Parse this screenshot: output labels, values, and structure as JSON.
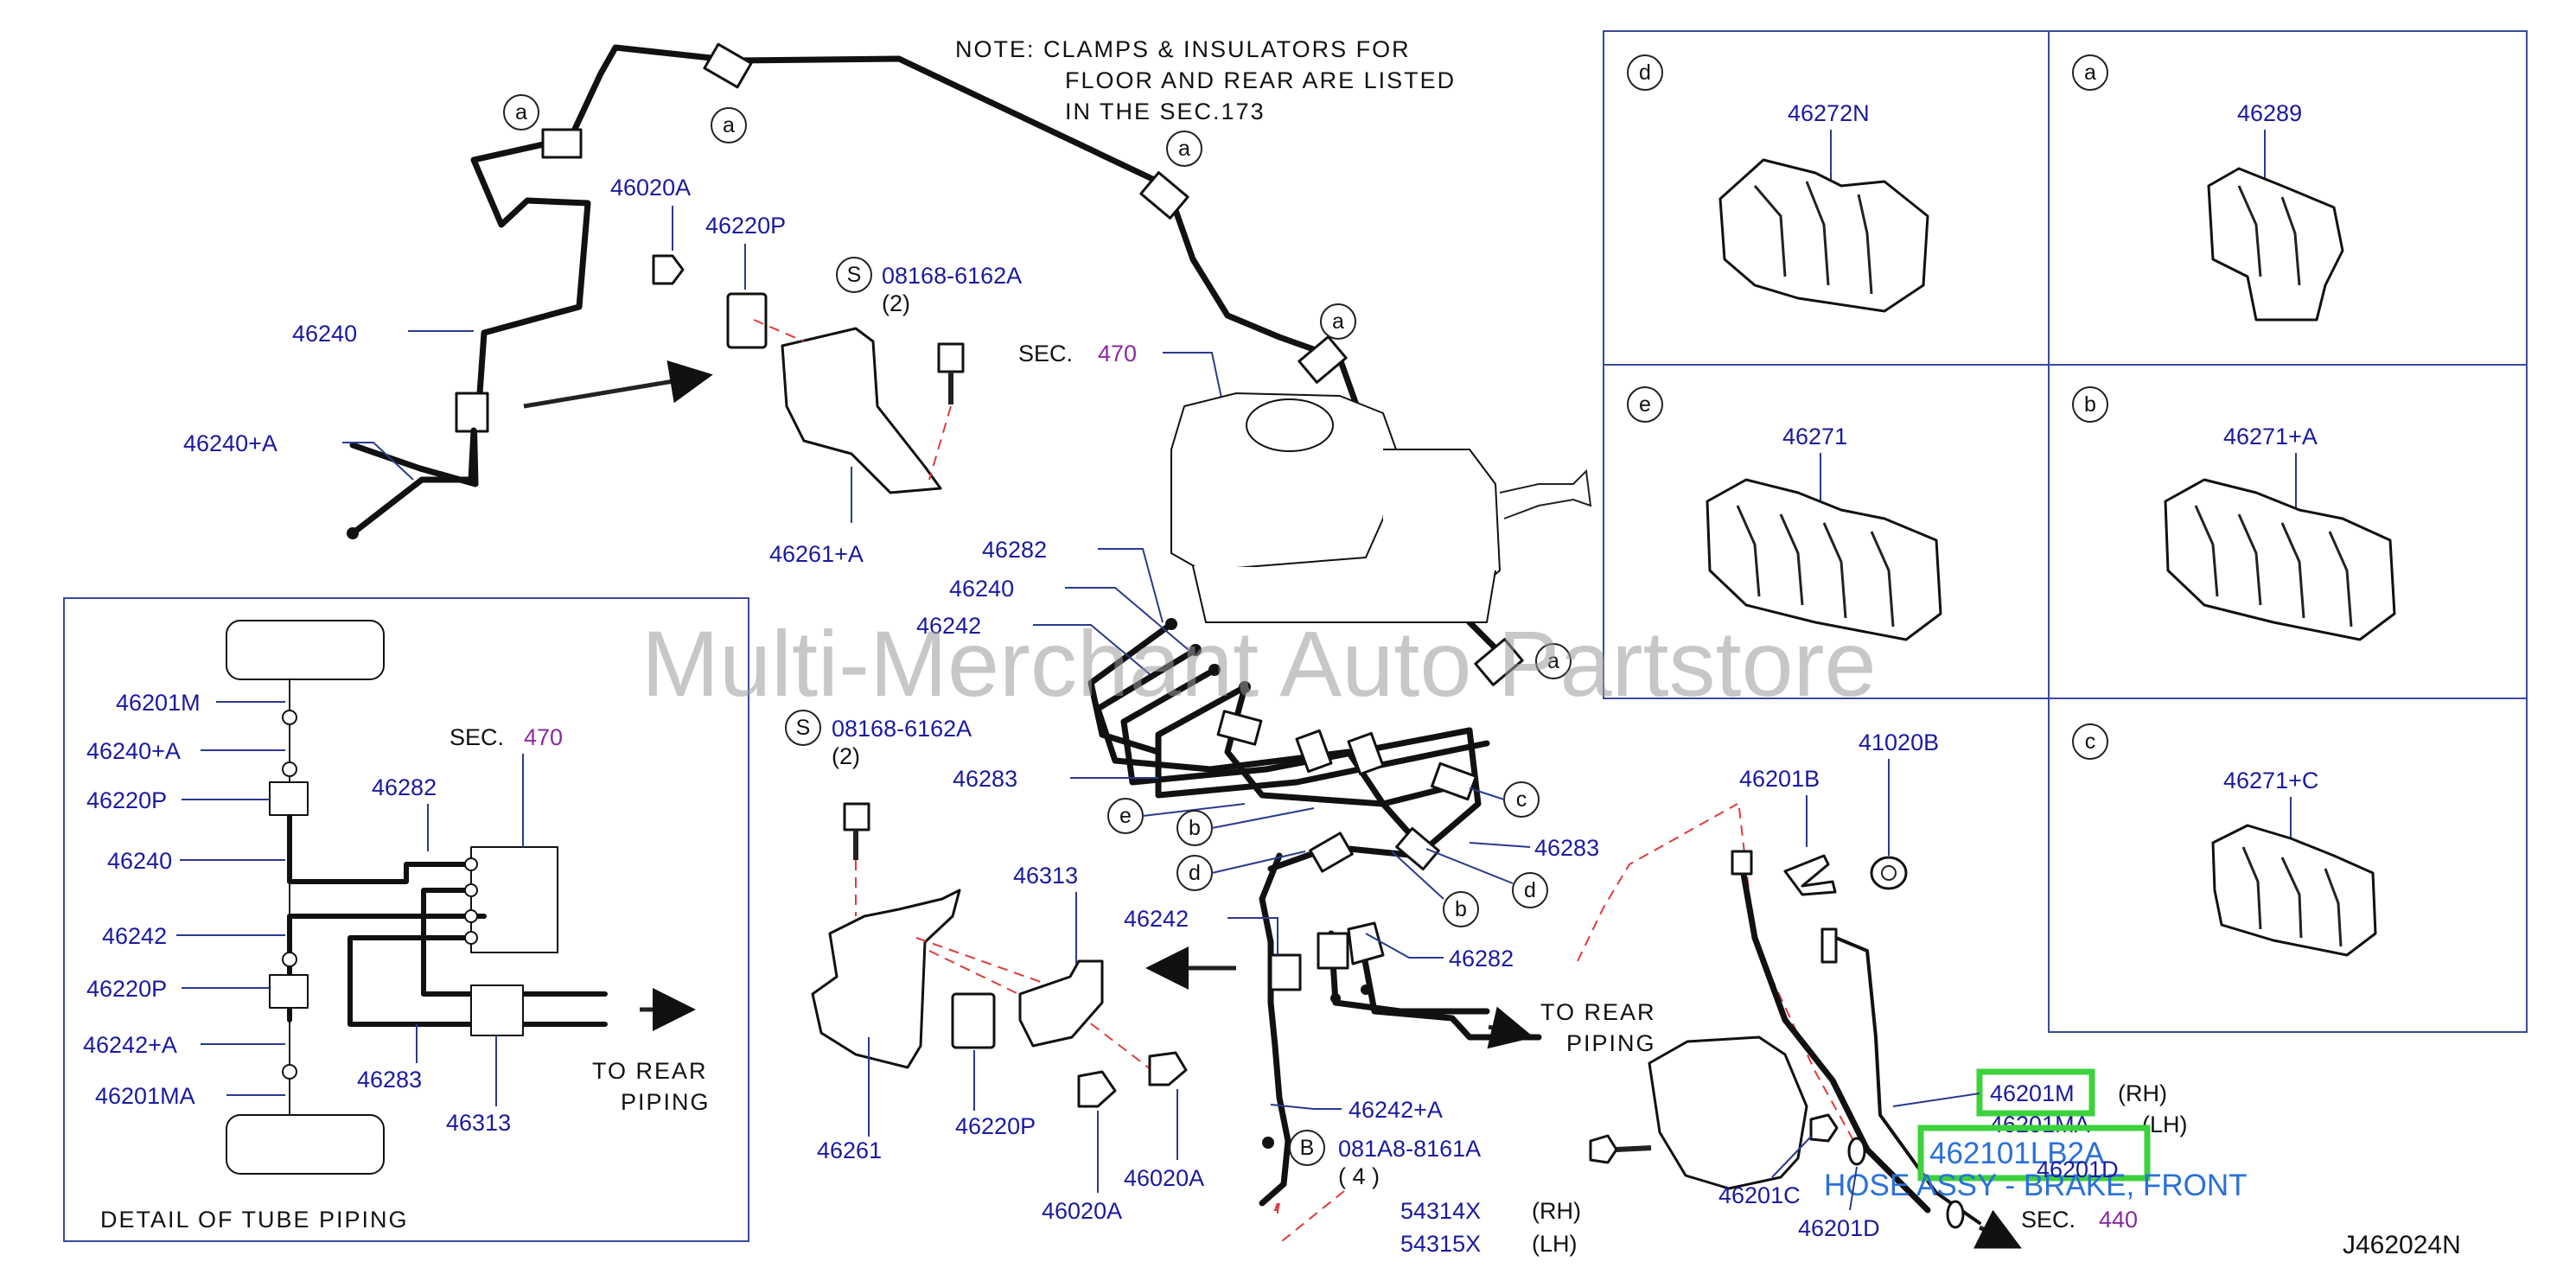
{
  "note": {
    "line1": "NOTE:  CLAMPS  &  INSULATORS  FOR",
    "line2": "FLOOR  AND  REAR  ARE  LISTED",
    "line3": "IN  THE  SEC.173"
  },
  "watermark": "Multi-Merchant Auto Partstore",
  "diagram_id": "J462024N",
  "callout_letters": {
    "a": "a",
    "b": "b",
    "c": "c",
    "d": "d",
    "e": "e",
    "s": "S",
    "bb": "B"
  },
  "labels": {
    "p46020A_top": "46020A",
    "p46220P_top": "46220P",
    "p08168_top": "08168-6162A",
    "qty2_top": "(2)",
    "p46240": "46240",
    "p46240A": "46240+A",
    "sec_top": "SEC.",
    "sec_top_num": "470",
    "p46261A": "46261+A",
    "p46282_a": "46282",
    "p46240_b": "46240",
    "p46242_a": "46242",
    "p08168_mid": "08168-6162A",
    "qty2_mid": "(2)",
    "p46283_a": "46283",
    "p46283_b": "46283",
    "p46313": "46313",
    "p46242_b": "46242",
    "p46282_b": "46282",
    "to_rear_1": "TO  REAR",
    "piping_1": "PIPING",
    "p46242A": "46242+A",
    "p081A8": "081A8-8161A",
    "qty4": "(  4  )",
    "p54314X": "54314X",
    "rh1": "(RH)",
    "p54315X": "54315X",
    "lh1": "(LH)",
    "p46261": "46261",
    "p46220P_b": "46220P",
    "p46020A_b": "46020A",
    "p46020A_c": "46020A",
    "p46201B": "46201B",
    "p41020B": "41020B",
    "p46201M": "46201M",
    "rh2": "(RH)",
    "p46201MA": "46201MA",
    "lh2": "(LH)",
    "p462101LB2A": "462101LB2A",
    "hose_desc": "HOSE ASSY - BRAKE, FRONT",
    "p46201D_a": "46201D",
    "p46201C": "46201C",
    "p46201D_b": "46201D",
    "sec_bottom": "SEC.",
    "sec_bottom_num": "440"
  },
  "detail": {
    "title": "DETAIL  OF  TUBE  PIPING",
    "l46201M": "46201M",
    "l46240A": "46240+A",
    "l46220P_1": "46220P",
    "l46240": "46240",
    "l46242": "46242",
    "l46220P_2": "46220P",
    "l46242A": "46242+A",
    "l46201MA": "46201MA",
    "l46282": "46282",
    "sec": "SEC.",
    "sec_num": "470",
    "l46283": "46283",
    "l46313": "46313",
    "to_rear": "TO  REAR",
    "piping": "PIPING"
  },
  "grid": {
    "d_letter": "d",
    "d_part": "46272N",
    "a_letter": "a",
    "a_part": "46289",
    "e_letter": "e",
    "e_part": "46271",
    "b_letter": "b",
    "b_part": "46271+A",
    "c_letter": "c",
    "c_part": "46271+C"
  },
  "colors": {
    "label_blue": "#1a1aa0",
    "section_purple": "#8a2aa0",
    "highlight_green": "#3cd23c",
    "hose_blue": "#2a70d8",
    "dash_red": "#e03a3a"
  }
}
